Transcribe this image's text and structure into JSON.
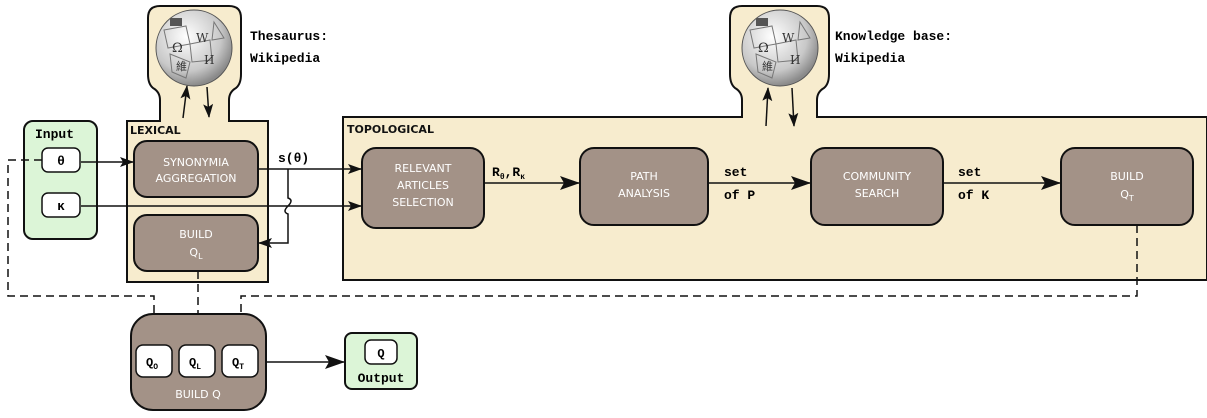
{
  "colors": {
    "panel_fill": "#f7ecce",
    "process_fill": "#a39287",
    "io_fill": "#dcf5d7",
    "stroke": "#111111"
  },
  "wiki_top_left": {
    "icon": "wikipedia-globe-icon",
    "label_line1": "Thesaurus:",
    "label_line2": "Wikipedia"
  },
  "wiki_top_right": {
    "icon": "wikipedia-globe-icon",
    "label_line1": "Knowledge base:",
    "label_line2": "Wikipedia"
  },
  "input": {
    "title": "Input",
    "theta": "θ",
    "kappa": "κ"
  },
  "lexical": {
    "title": "LEXICAL",
    "synonymia_line1": "SYNONYMIA",
    "synonymia_line2": "AGGREGATION",
    "build_line1": "BUILD",
    "build_sub_main": "Q",
    "build_sub": "L"
  },
  "topological": {
    "title": "TOPOLOGICAL",
    "relevant_line1": "RELEVANT",
    "relevant_line2": "ARTICLES",
    "relevant_line3": "SELECTION",
    "path_line1": "PATH",
    "path_line2": "ANALYSIS",
    "community_line1": "COMMUNITY",
    "community_line2": "SEARCH",
    "build_line1": "BUILD",
    "build_sub_main": "Q",
    "build_sub": "T"
  },
  "edges": {
    "s_theta": "s(θ)",
    "r_theta": "R",
    "r_theta_sub": "θ",
    "r_comma": ",R",
    "r_kappa_sub": "κ",
    "set_p_line1": "set",
    "set_p_line2": "of P",
    "set_k_line1": "set",
    "set_k_line2": "of K"
  },
  "build_q": {
    "label": "BUILD Q",
    "q_main": "Q",
    "q0_sub": "O",
    "ql_sub": "L",
    "qt_sub": "T"
  },
  "output": {
    "title": "Output",
    "q": "Q"
  }
}
